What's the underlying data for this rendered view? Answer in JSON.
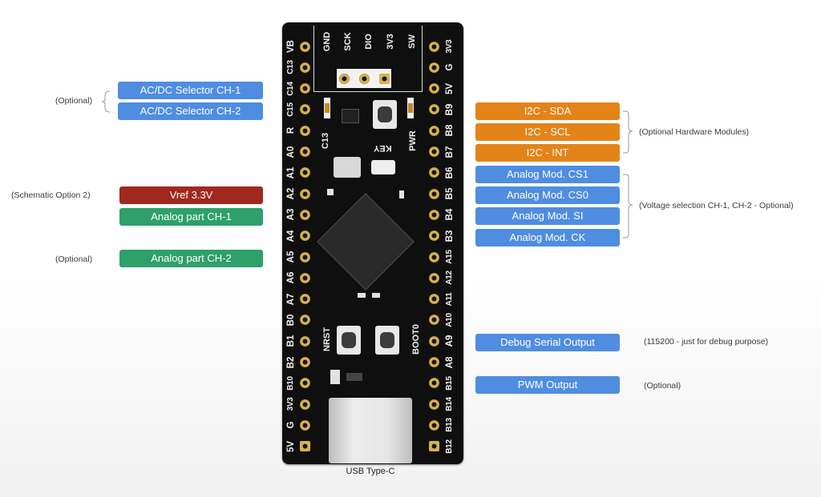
{
  "board": {
    "left_pins": [
      "VB",
      "C13",
      "C14",
      "C15",
      "R",
      "A0",
      "A1",
      "A2",
      "A3",
      "A4",
      "A5",
      "A6",
      "A7",
      "B0",
      "B1",
      "B2",
      "B10",
      "3V3",
      "G",
      "5V"
    ],
    "right_pins": [
      "3V3",
      "G",
      "5V",
      "B9",
      "B8",
      "B7",
      "B6",
      "B5",
      "B4",
      "B3",
      "A15",
      "A12",
      "A11",
      "A10",
      "A9",
      "A8",
      "B15",
      "B14",
      "B13",
      "B12"
    ],
    "swd_header": [
      "GND",
      "SCK",
      "DIO",
      "3V3",
      "SW"
    ],
    "silk": {
      "c13": "C13",
      "key": "KEY",
      "pwr": "PWR",
      "nrst": "NRST",
      "boot0": "BOOT0"
    },
    "usb_caption": "USB Type-C"
  },
  "labels_left": [
    {
      "text": "AC/DC Selector CH-1",
      "color": "#4f8de0",
      "note": ""
    },
    {
      "text": "AC/DC Selector CH-2",
      "color": "#4f8de0",
      "note": ""
    },
    {
      "text": "Vref 3.3V",
      "color": "#a0281e",
      "note": "(Schematic Option 2)"
    },
    {
      "text": "Analog part CH-1",
      "color": "#2ea06a",
      "note": ""
    },
    {
      "text": "Analog part CH-2",
      "color": "#2ea06a",
      "note": "(Optional)"
    }
  ],
  "labels_right": [
    {
      "text": "I2C - SDA",
      "color": "#e48418"
    },
    {
      "text": "I2C - SCL",
      "color": "#e48418"
    },
    {
      "text": "I2C - INT",
      "color": "#e48418"
    },
    {
      "text": "Analog Mod. CS1",
      "color": "#4f8de0"
    },
    {
      "text": "Analog Mod. CS0",
      "color": "#4f8de0"
    },
    {
      "text": "Analog Mod. SI",
      "color": "#4f8de0"
    },
    {
      "text": "Analog Mod. CK",
      "color": "#4f8de0"
    },
    {
      "text": "Debug Serial Output",
      "color": "#4f8de0",
      "note": "(115200 - just for debug purpose)"
    },
    {
      "text": "PWM Output",
      "color": "#4f8de0",
      "note": "(Optional)"
    }
  ],
  "group_notes": {
    "ac_dc": "(Optional)",
    "i2c": "(Optional Hardware Modules)",
    "analog_mod": "(Voltage selection CH-1, CH-2 - Optional)"
  }
}
